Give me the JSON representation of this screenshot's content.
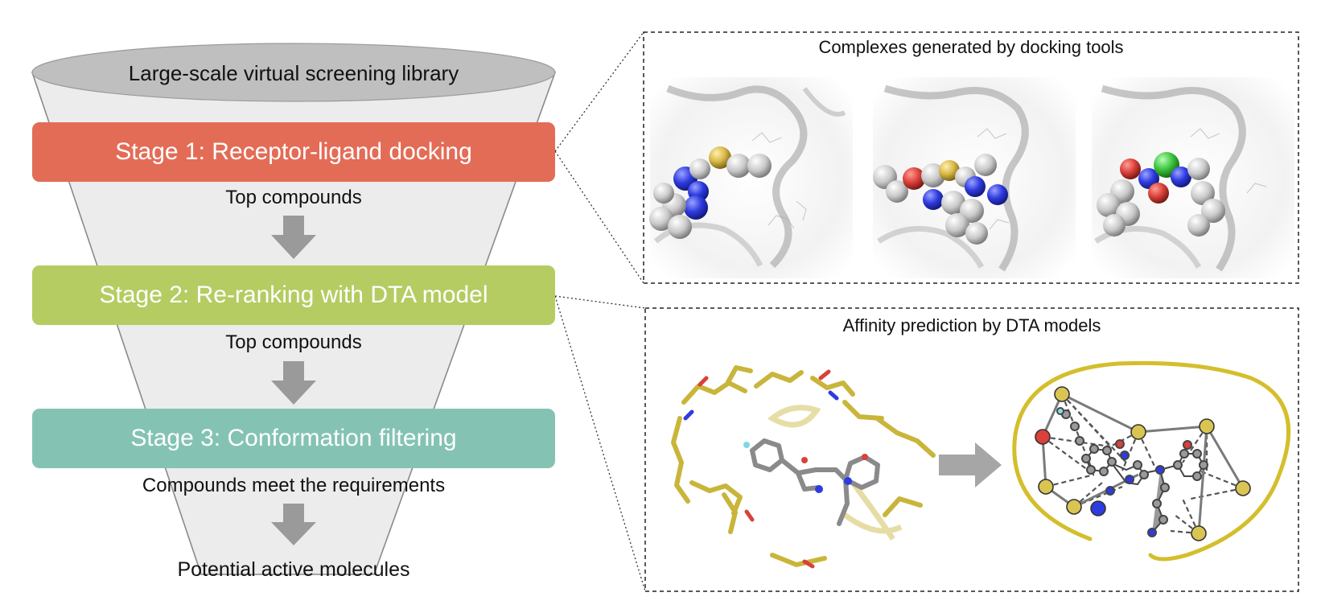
{
  "funnel": {
    "library_label": "Large-scale virtual screening library",
    "stage1_label": "Stage 1: Receptor-ligand docking",
    "stage2_label": "Stage 2: Re-ranking with DTA model",
    "stage3_label": "Stage 3: Conformation filtering",
    "after_stage1": "Top compounds",
    "after_stage2": "Top compounds",
    "after_stage3": "Compounds meet the requirements",
    "output_label": "Potential active molecules"
  },
  "panels": {
    "docking_title": "Complexes generated by docking tools",
    "affinity_title": "Affinity prediction by DTA models"
  },
  "colors": {
    "stage1": "#E36C57",
    "stage2": "#B5CC62",
    "stage3": "#84C3B3",
    "funnel": "#ECECEC",
    "ellipse": "#BFBFBF",
    "arrow": "#9A9A9A",
    "ribbon": "#C9B53A",
    "atom_blue": "#2E3BE0",
    "atom_red": "#D9413A",
    "atom_yellow": "#D8B746",
    "atom_green": "#3DC43D"
  }
}
